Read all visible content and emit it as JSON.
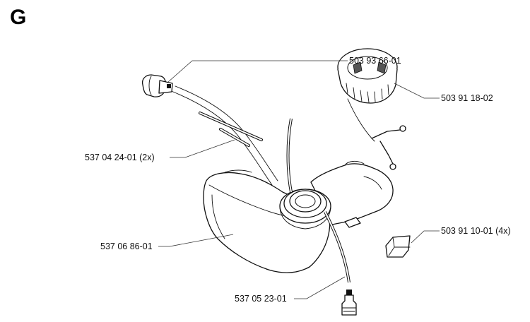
{
  "section": {
    "letter": "G"
  },
  "parts": {
    "fuel_filter_pickup": {
      "number": "503 93 66-01"
    },
    "fuel_cap": {
      "number": "503 91 18-02"
    },
    "fuel_hose": {
      "number": "537 04 24-01 (2x)"
    },
    "rubber_buffer": {
      "number": "503 91 10-01 (4x)"
    },
    "fuel_tank": {
      "number": "537 06 86-01"
    },
    "return_hose": {
      "number": "537 05 23-01"
    }
  }
}
